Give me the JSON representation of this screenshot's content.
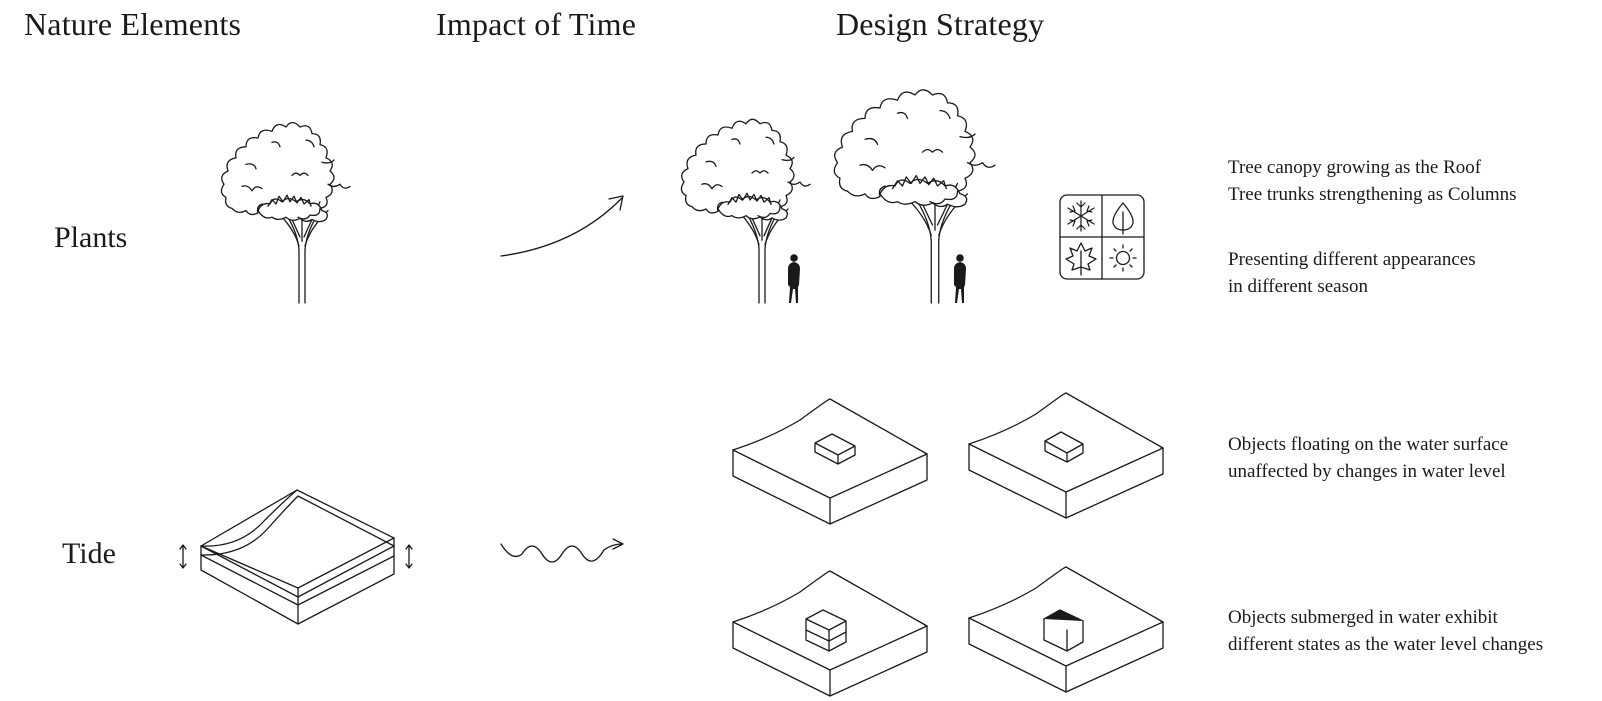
{
  "headers": {
    "nature_elements": "Nature Elements",
    "impact_of_time": "Impact of Time",
    "design_strategy": "Design Strategy"
  },
  "rows": {
    "plants": {
      "label": "Plants",
      "descriptions": [
        [
          "Tree canopy growing as the Roof",
          "Tree trunks strengthening as Columns"
        ],
        [
          "Presenting different appearances",
          "in different season"
        ]
      ]
    },
    "tide": {
      "label": "Tide",
      "descriptions": [
        [
          "Objects floating on the water surface",
          "unaffected by changes in water level"
        ],
        [
          "Objects submerged in water exhibit",
          "different states as the water level changes"
        ]
      ]
    }
  },
  "icons": {
    "season_grid": [
      "snowflake-icon",
      "leaf-drop-icon",
      "maple-leaf-icon",
      "sun-icon"
    ],
    "growth_arrow": "curved-arrow-icon",
    "wave_arrow": "wavy-arrow-icon",
    "level_arrows": "double-arrow-icon"
  },
  "colors": {
    "ink": "#1a1a1a",
    "background": "#ffffff"
  }
}
